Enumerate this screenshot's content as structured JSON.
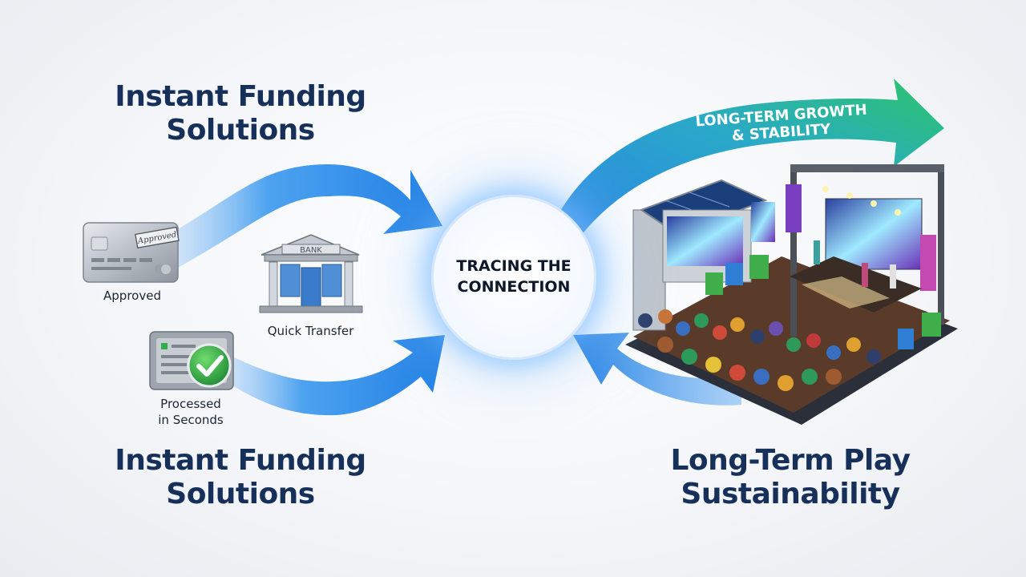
{
  "headings": {
    "top_left": [
      "Instant Funding",
      "Solutions"
    ],
    "bottom_left": [
      "Instant Funding",
      "Solutions"
    ],
    "bottom_right": [
      "Long-Term Play",
      "Sustainability"
    ]
  },
  "center": {
    "line1": "TRACING THE",
    "line2": "CONNECTION"
  },
  "growth_arrow": {
    "line1": "LONG-TERM GROWTH",
    "line2": "& STABILITY"
  },
  "items": {
    "card": {
      "stamp": "Approved",
      "label": "Approved"
    },
    "bank": {
      "sign": "BANK",
      "label": "Quick Transfer"
    },
    "processed": {
      "label_line1": "Processed",
      "label_line2": "in Seconds"
    }
  },
  "colors": {
    "heading": "#16305a",
    "arrow_blue": "#2f8fe8",
    "arrow_green": "#2bbf6a",
    "check_green": "#2fae4a"
  }
}
